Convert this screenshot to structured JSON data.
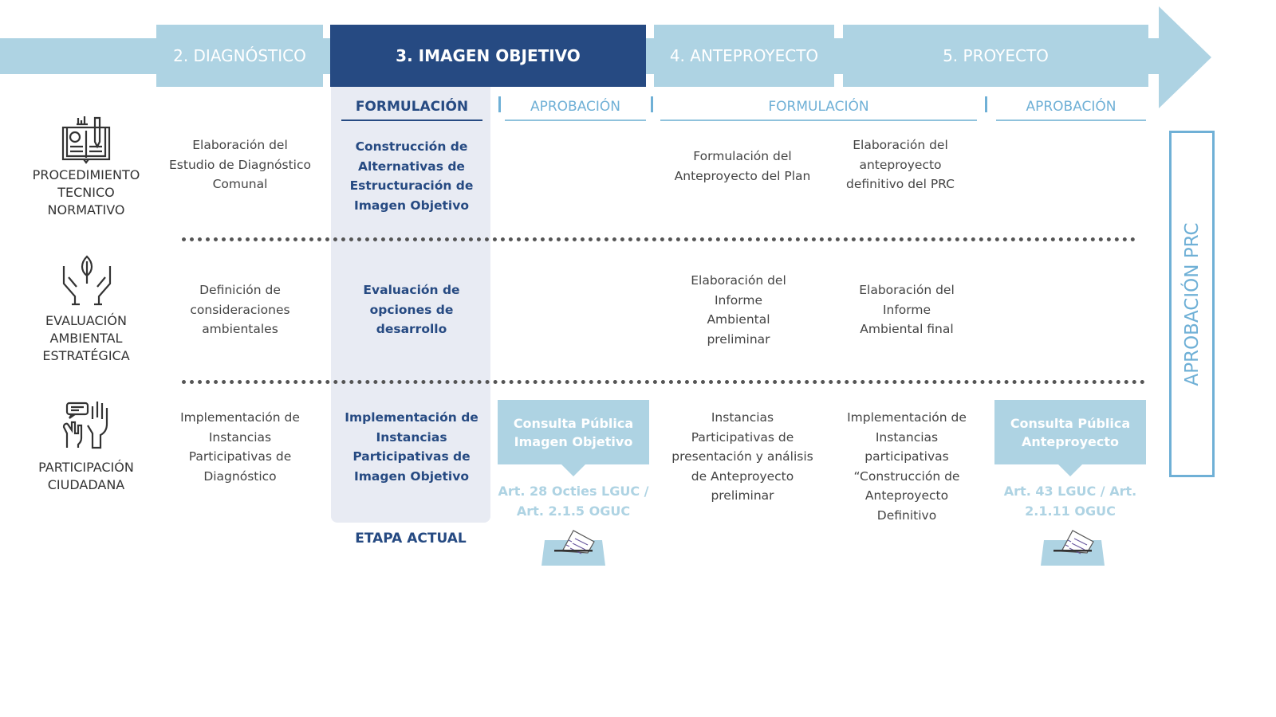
{
  "phases": [
    "2. DIAGNÓSTICO",
    "3. IMAGEN OBJETIVO",
    "4. ANTEPROYECTO",
    "5. PROYECTO"
  ],
  "subphases": [
    "FORMULACIÓN",
    "APROBACIÓN",
    "FORMULACIÓN",
    "APROBACIÓN"
  ],
  "rows": [
    {
      "label": "PROCEDIMIENTO TECNICO NORMATIVO",
      "icon": "book-pencil-icon",
      "cells": [
        "Elaboración del Estudio de Diagnóstico Comunal",
        "Construcción de Alternativas de Estructuración de Imagen Objetivo",
        "Formulación del Anteproyecto del Plan",
        "Elaboración del anteproyecto definitivo del PRC"
      ]
    },
    {
      "label": "EVALUACIÓN AMBIENTAL ESTRATÉGICA",
      "icon": "hands-leaf-icon",
      "cells": [
        "Definición de consideraciones ambientales",
        "Evaluación de opciones de desarrollo",
        "Elaboración del Informe Ambiental preliminar",
        "Elaboración del Informe Ambiental final"
      ]
    },
    {
      "label": "PARTICIPACIÓN CIUDADANA",
      "icon": "raised-hands-icon",
      "cells": [
        "Implementación de Instancias Participativas de Diagnóstico",
        "Implementación de Instancias Participativas de Imagen Objetivo",
        "Instancias Participativas de presentación y análisis de Anteproyecto preliminar",
        "Implementación de Instancias participativas “Construcción de Anteproyecto Definitivo"
      ]
    }
  ],
  "consultas": [
    {
      "title": "Consulta Pública Imagen Objetivo",
      "law": "Art. 28 Octies LGUC / Art. 2.1.5 OGUC"
    },
    {
      "title": "Consulta Pública Anteproyecto",
      "law": "Art. 43 LGUC / Art. 2.1.11 OGUC"
    }
  ],
  "etapa_actual": "ETAPA ACTUAL",
  "aprobacion_prc": "APROBACIÓN PRC",
  "colors": {
    "light": "#aed3e3",
    "navy": "#264a82",
    "highlight": "#e8ebf3"
  }
}
